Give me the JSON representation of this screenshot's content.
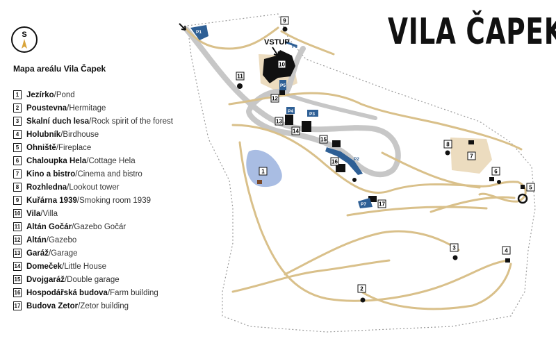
{
  "title": "VILA ČAPEK",
  "subtitle": "Mapa areálu Vila Čapek",
  "compass_letter": "S",
  "entrance_label": "VSTUP",
  "separator": " / ",
  "legend": [
    {
      "n": "1",
      "cz": "Jezírko",
      "en": "Pond"
    },
    {
      "n": "2",
      "cz": "Poustevna",
      "en": "Hermitage"
    },
    {
      "n": "3",
      "cz": "Skalní duch lesa",
      "en": "Rock spirit of the forest"
    },
    {
      "n": "4",
      "cz": "Holubník",
      "en": "Birdhouse"
    },
    {
      "n": "5",
      "cz": "Ohniště",
      "en": "Fireplace"
    },
    {
      "n": "6",
      "cz": "Chaloupka Hela",
      "en": "Cottage Hela"
    },
    {
      "n": "7",
      "cz": "Kino a bistro",
      "en": "Cinema and bistro"
    },
    {
      "n": "8",
      "cz": "Rozhledna",
      "en": "Lookout tower"
    },
    {
      "n": "9",
      "cz": "Kuřárna 1939",
      "en": "Smoking room 1939"
    },
    {
      "n": "10",
      "cz": "Vila",
      "en": "Villa"
    },
    {
      "n": "11",
      "cz": "Altán Gočár",
      "en": "Gazebo Gočár"
    },
    {
      "n": "12",
      "cz": "Altán",
      "en": "Gazebo"
    },
    {
      "n": "13",
      "cz": "Garáž",
      "en": "Garage"
    },
    {
      "n": "14",
      "cz": "Domeček",
      "en": "Little House"
    },
    {
      "n": "15",
      "cz": "Dvojgaráž",
      "en": "Double garage"
    },
    {
      "n": "16",
      "cz": "Hospodářská budova",
      "en": "Farm building"
    },
    {
      "n": "17",
      "cz": "Budova Zetor",
      "en": "Zetor building"
    }
  ],
  "parking": [
    "P1",
    "P2",
    "P3",
    "P4",
    "P5",
    "P6",
    "P7"
  ],
  "markers": [
    "1",
    "2",
    "3",
    "4",
    "5",
    "6",
    "7",
    "8",
    "9",
    "10",
    "11",
    "12",
    "13",
    "14",
    "15",
    "16",
    "17"
  ],
  "colors": {
    "path": "#d9c08a",
    "road": "#c7c7c7",
    "parking": "#2e5f95",
    "pond": "#a9bde3",
    "border": "#9a9a9a",
    "beige": "#ecdcbf"
  }
}
